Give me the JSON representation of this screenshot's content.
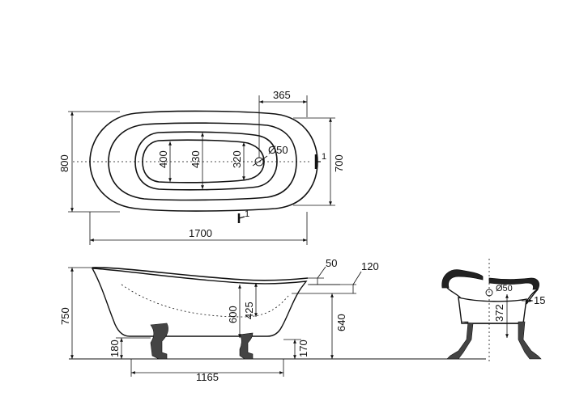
{
  "top_view": {
    "dims": {
      "d365": "365",
      "d800": "800",
      "d400": "400",
      "d430": "430",
      "d320": "320",
      "d50": "Ø50",
      "d700": "700",
      "d1700": "1700"
    },
    "section_marker": "1"
  },
  "side_view": {
    "dims": {
      "d750": "750",
      "d600": "600",
      "d425": "425",
      "d640": "640",
      "d180": "180",
      "d170": "170",
      "d50": "50",
      "d120": "120",
      "d1165": "1165"
    }
  },
  "section_view": {
    "dims": {
      "d50": "Ø50",
      "d372": "372",
      "d15": "15"
    }
  }
}
